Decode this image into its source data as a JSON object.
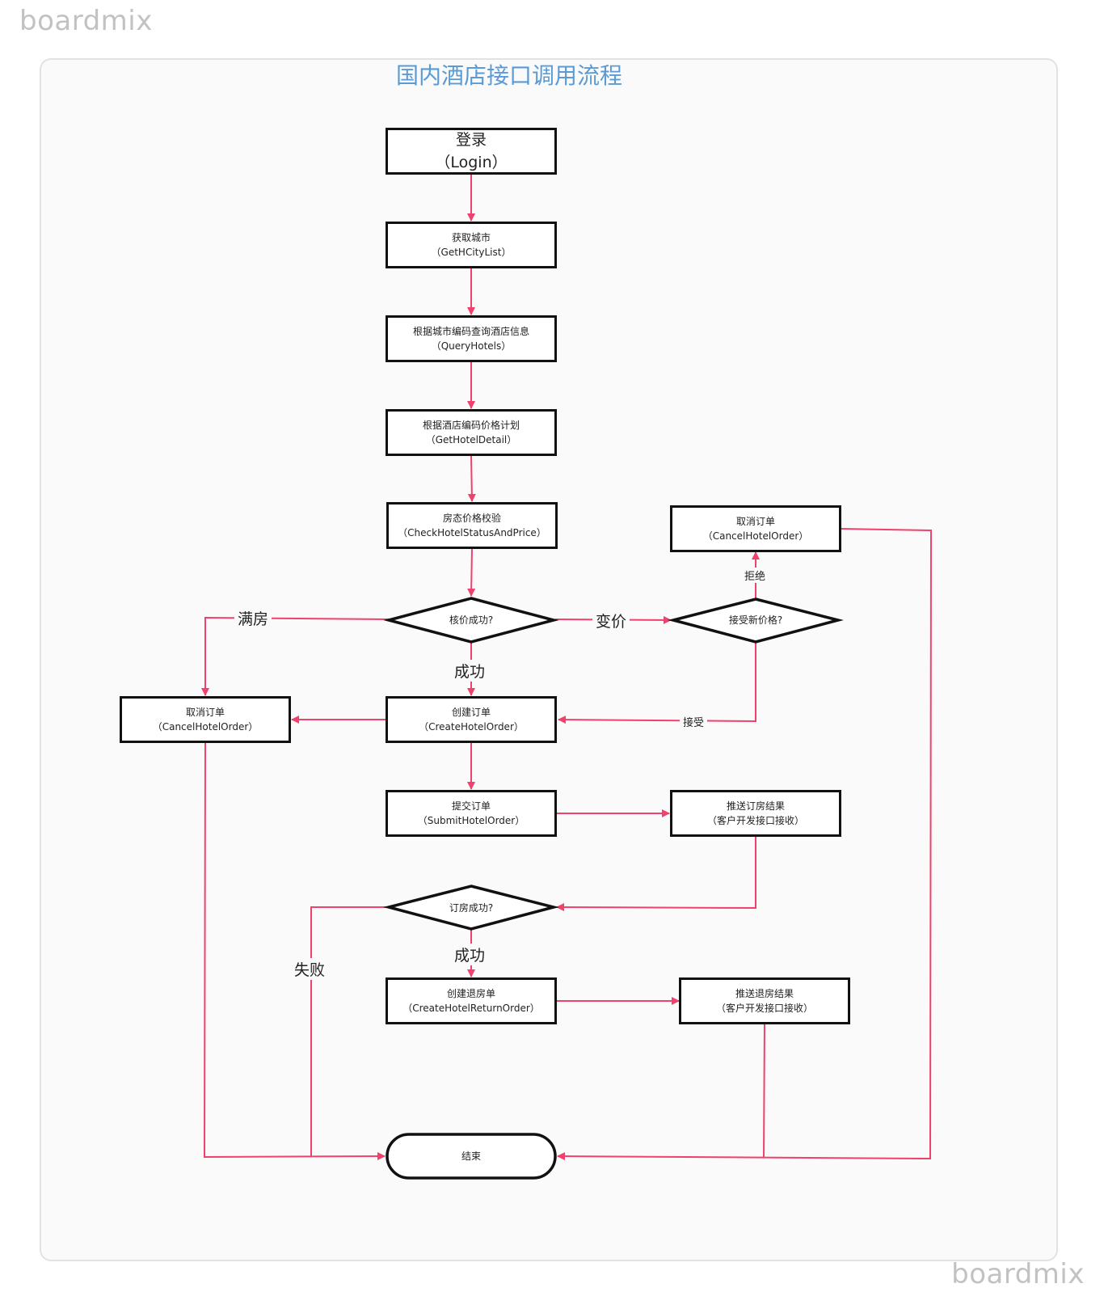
{
  "watermark": "boardmix",
  "title": "国内酒店接口调用流程",
  "colors": {
    "edge": "#f0416c",
    "title": "#5b9bd5",
    "border": "#111111"
  },
  "nodes": {
    "login": {
      "line1": "登录",
      "line2": "（Login）"
    },
    "get_city": {
      "line1": "获取城市",
      "line2": "（GetHCityList）"
    },
    "query_hotels": {
      "line1": "根据城市编码查询酒店信息",
      "line2": "（QueryHotels）"
    },
    "hotel_detail": {
      "line1": "根据酒店编码价格计划",
      "line2": "（GetHotelDetail）"
    },
    "check_price": {
      "line1": "房态价格校验",
      "line2": "（CheckHotelStatusAndPrice）"
    },
    "check_ok": {
      "text": "核价成功?"
    },
    "accept_price": {
      "text": "接受新价格?"
    },
    "cancel_top": {
      "line1": "取消订单",
      "line2": "（CancelHotelOrder）"
    },
    "cancel_left": {
      "line1": "取消订单",
      "line2": "（CancelHotelOrder）"
    },
    "create_order": {
      "line1": "创建订单",
      "line2": "（CreateHotelOrder）"
    },
    "submit_order": {
      "line1": "提交订单",
      "line2": "（SubmitHotelOrder）"
    },
    "push_order": {
      "line1": "推送订房结果",
      "line2": "（客户开发接口接收）"
    },
    "book_ok": {
      "text": "订房成功?"
    },
    "create_return": {
      "line1": "创建退房单",
      "line2": "（CreateHotelReturnOrder）"
    },
    "push_return": {
      "line1": "推送退房结果",
      "line2": "（客户开发接口接收）"
    },
    "end": {
      "text": "结束"
    }
  },
  "edge_labels": {
    "full": "满房",
    "price_change": "变价",
    "success1": "成功",
    "reject": "拒绝",
    "accept": "接受",
    "fail": "失败",
    "success2": "成功"
  }
}
